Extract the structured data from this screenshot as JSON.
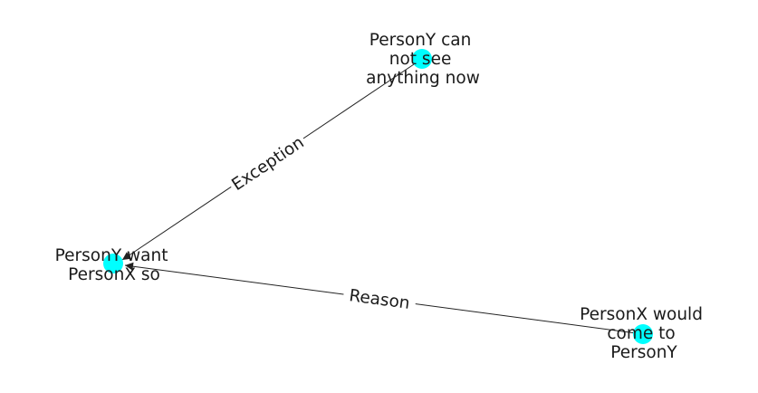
{
  "graph": {
    "node_color": "#00ffff",
    "edge_color": "#222222",
    "nodes": [
      {
        "id": "n1",
        "lines": [
          "PersonY can",
          "not see",
          "anything now"
        ]
      },
      {
        "id": "n2",
        "lines": [
          "PersonY want",
          "PersonX so"
        ]
      },
      {
        "id": "n3",
        "lines": [
          "PersonX would",
          "come to",
          "PersonY"
        ]
      }
    ],
    "edges": [
      {
        "from": "n1",
        "to": "n2",
        "label": "Exception"
      },
      {
        "from": "n3",
        "to": "n2",
        "label": "Reason"
      }
    ]
  }
}
